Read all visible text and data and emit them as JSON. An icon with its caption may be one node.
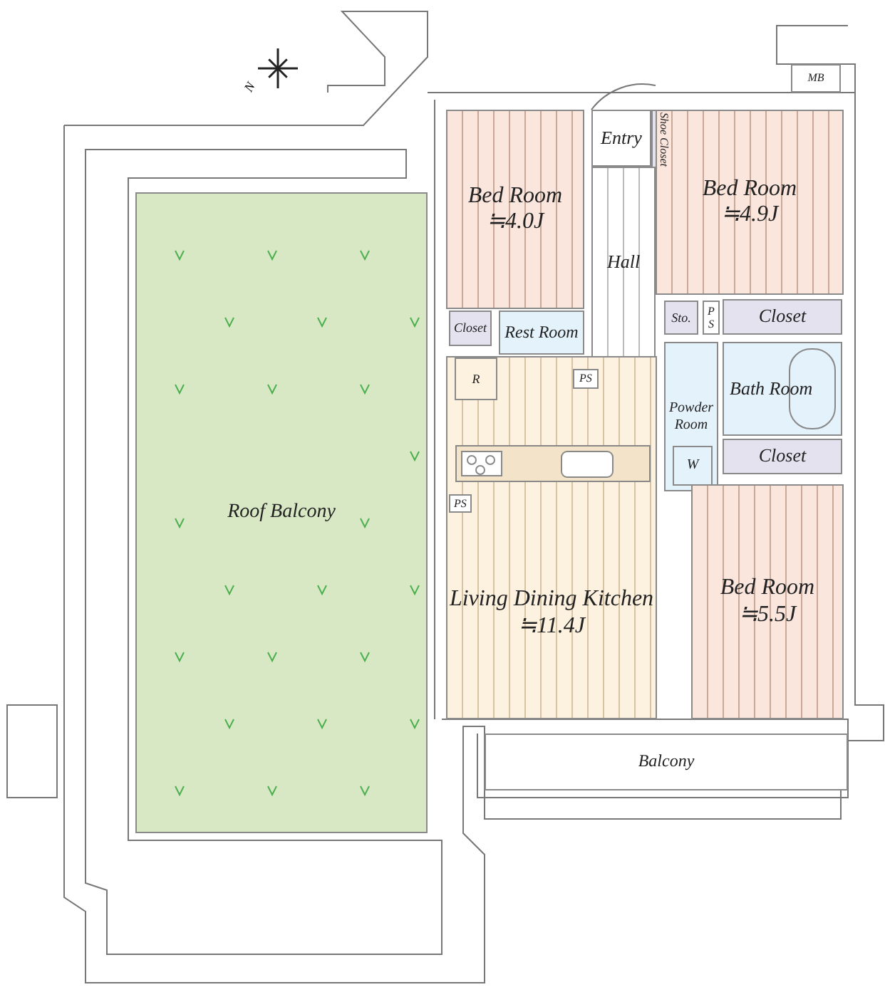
{
  "diagram": {
    "nodes": [
      {
        "text": [
          "Bed Room",
          "≒4.0J"
        ]
      },
      {
        "text": [
          "Entry"
        ]
      },
      {
        "text": [
          "Shoe Closet"
        ]
      },
      {
        "text": [
          "MB"
        ]
      },
      {
        "text": [
          "Bed Room",
          "≒4.9J"
        ]
      },
      {
        "text": [
          "Hall"
        ]
      },
      {
        "text": [
          "Closet"
        ]
      },
      {
        "text": [
          "Rest Room"
        ]
      },
      {
        "text": [
          "Sto."
        ]
      },
      {
        "text": [
          "P S"
        ]
      },
      {
        "text": [
          "Closet"
        ]
      },
      {
        "text": [
          "Living Dining Kitchen",
          "≒11.4J"
        ]
      },
      {
        "text": [
          "R"
        ],
        "in": 11
      },
      {
        "text": [
          "PS"
        ],
        "in": 11
      },
      {
        "text": [
          "Powder Room"
        ]
      },
      {
        "text": [
          "W"
        ],
        "in": 14
      },
      {
        "text": [
          "Bath Room"
        ]
      },
      {
        "text": [
          "Closet"
        ]
      },
      {
        "text": [
          "PS"
        ],
        "in": 11
      },
      {
        "text": [
          "Roof Balcony"
        ]
      },
      {
        "text": [
          "Bed Room",
          "≒5.5J"
        ]
      },
      {
        "text": [
          "Balcony"
        ]
      }
    ],
    "labels": [
      "N"
    ]
  }
}
